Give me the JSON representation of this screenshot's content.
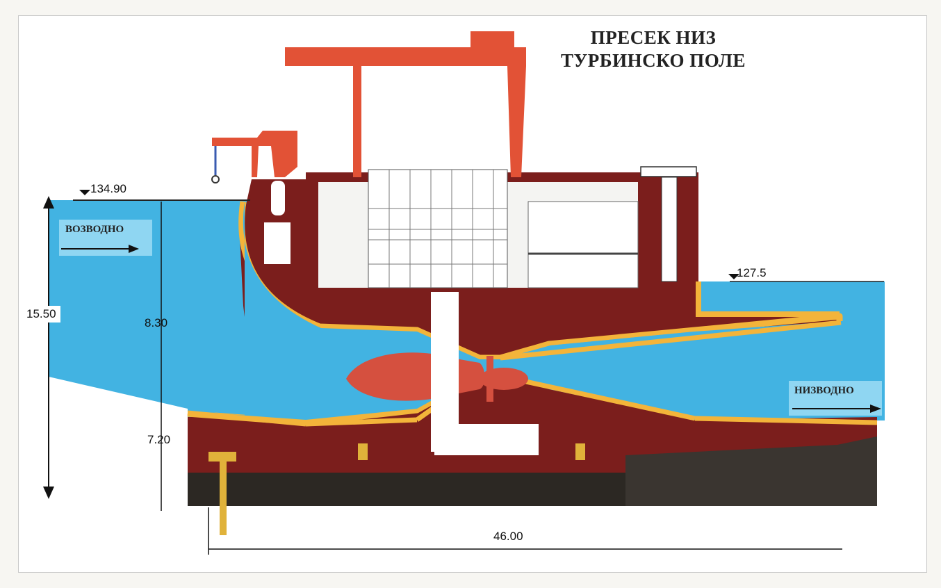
{
  "title": {
    "line1": "ПРЕСЕК НИЗ",
    "line2": "ТУРБИНСКО ПОЛЕ"
  },
  "labels": {
    "upstream_level": "134.90",
    "downstream_level": "127.5",
    "total_height": "15.50",
    "upper_depth": "8.30",
    "lower_depth": "7.20",
    "length": "46.00",
    "upstream_flow": "ВОЗВОДНО",
    "downstream_flow": "НИЗВОДНО"
  },
  "colors": {
    "water": "#3fb3e3",
    "water_light": "#8fd6f2",
    "concrete": "#7a1d1b",
    "lining": "#f2b33a",
    "crane": "#e0503a",
    "foundation": "#2a2621",
    "turbine": "#d6503e"
  }
}
